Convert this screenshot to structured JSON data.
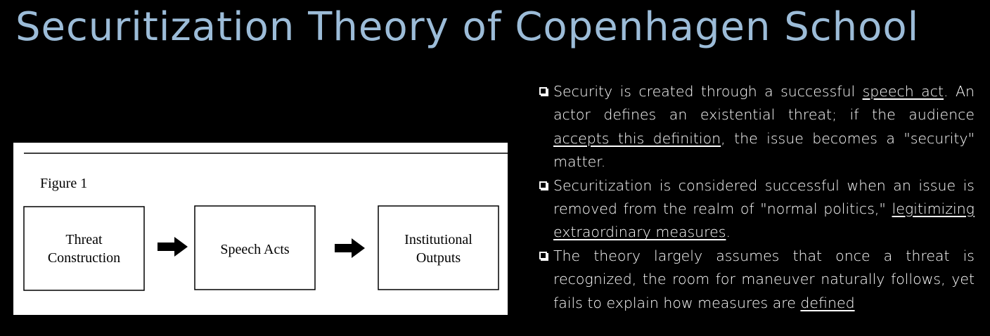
{
  "slide": {
    "title": "Securitization Theory of Copenhagen School"
  },
  "figure": {
    "label": "Figure 1",
    "boxes": [
      {
        "line1": "Threat",
        "line2": "Construction"
      },
      {
        "line1": "Speech Acts",
        "line2": ""
      },
      {
        "line1": "Institutional",
        "line2": "Outputs"
      }
    ]
  },
  "bullets": [
    {
      "p1": "Security is created through a successful ",
      "u1": "speech act",
      "p2": ". An actor defines an existential threat; if the audience ",
      "u2": "accepts this definition",
      "p3": ", the issue becomes a \"security\" matter."
    },
    {
      "p1": "Securitization is considered successful when an issue is removed from the realm of \"normal politics,\" ",
      "u1": "legitimizing extraordinary measures",
      "p2": "."
    },
    {
      "p1": "The theory largely assumes that once a threat is recognized, the room for maneuver naturally follows, yet fails to explain how measures are ",
      "u1": "defined"
    }
  ],
  "colors": {
    "background": "#000000",
    "title": "#9cbcd8",
    "text": "#ffffff"
  }
}
